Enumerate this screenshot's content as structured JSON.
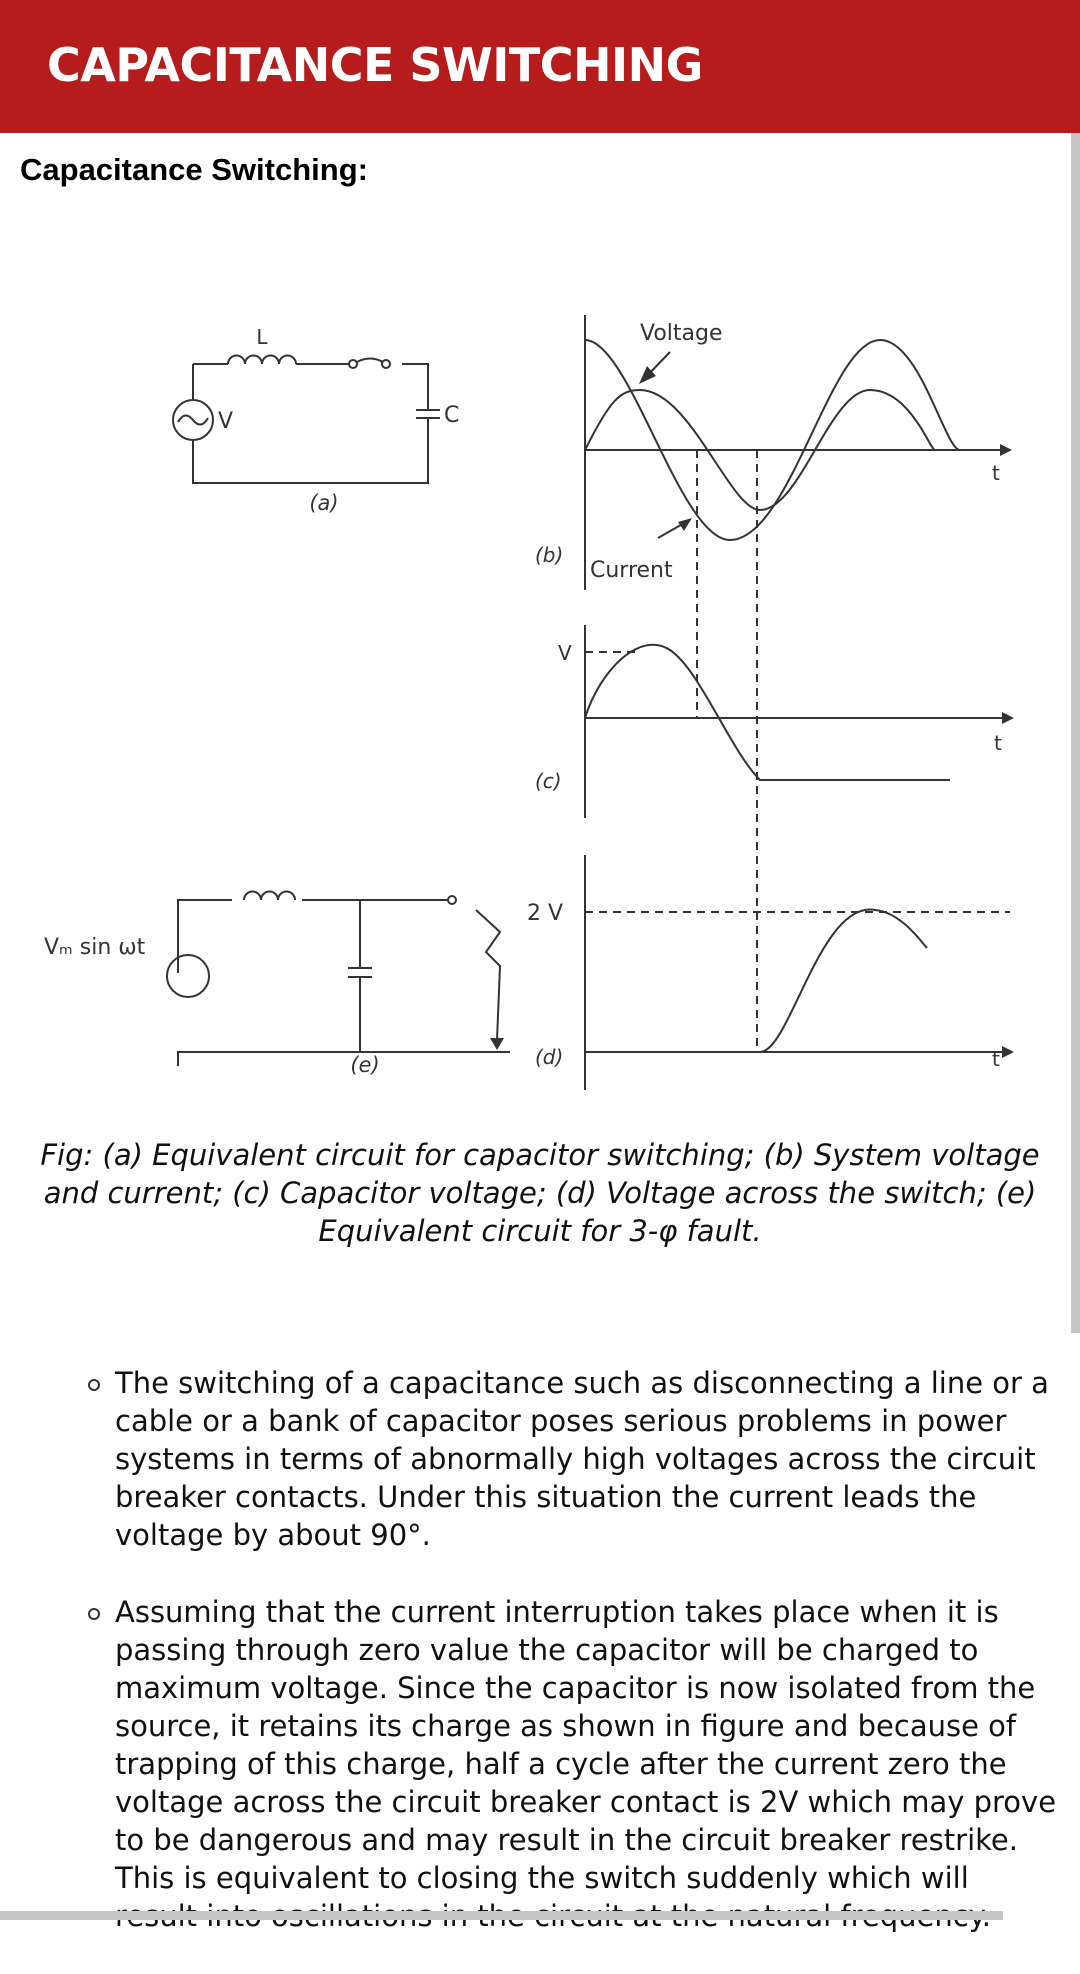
{
  "appbar": {
    "title": "CAPACITANCE SWITCHING"
  },
  "section": {
    "title": "Capacitance Switching:"
  },
  "figure": {
    "labels": {
      "inductor": "L",
      "source": "V",
      "capacitor": "C",
      "a": "(a)",
      "voltage": "Voltage",
      "current": "Current",
      "b": "(b)",
      "t1": "t",
      "v_level": "V",
      "c": "(c)",
      "t2": "t",
      "two_v": "2 V",
      "d": "(d)",
      "t3": "t",
      "vm_sin": "Vₘ sin ωt",
      "e": "(e)"
    }
  },
  "caption": "Fig: (a) Equivalent circuit for capacitor switching; (b) System voltage and current; (c) Capacitor voltage; (d) Voltage across the switch; (e) Equivalent circuit for 3-φ fault.",
  "bullets": [
    "The switching of a capacitance such as disconnecting a line or a cable or a bank of capacitor poses serious problems in power systems in terms of abnormally high voltages across the circuit breaker contacts. Under this situation the current leads the voltage by about 90°.",
    "Assuming that the current interruption takes place when it is passing through zero value the capacitor will be charged to maximum voltage. Since the capacitor is now isolated from the source, it retains its charge as shown in figure and because of trapping of this charge, half a cycle after the current zero the voltage across the circuit breaker contact is 2V which may prove to be dangerous and may result in the circuit breaker restrike. This is equivalent to closing the switch suddenly which will result into oscillations in the circuit at the natural frequency."
  ]
}
